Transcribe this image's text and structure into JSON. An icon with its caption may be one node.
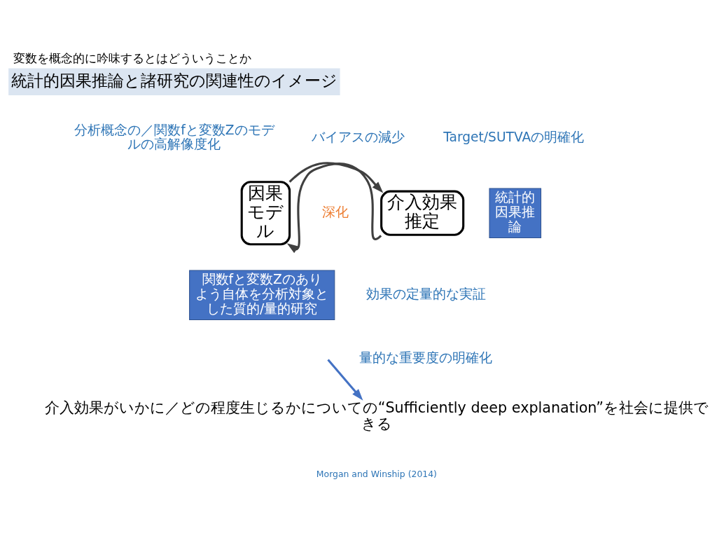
{
  "diagram": {
    "title": "変数を概念的に吟味するとはどういうことか",
    "caption": "Morgan and Winship (2014)",
    "nodes": [
      {
        "text": [
          "統計的因果推論と諸研究の関連性のイメージ"
        ]
      },
      {
        "text": [
          "因果モデル"
        ]
      },
      {
        "text": [
          "介入効果推定"
        ]
      },
      {
        "text": [
          "統計的因果推論"
        ]
      },
      {
        "text": [
          "関数fと変数Zのありよう自体を分析対象とした質的/量的研究"
        ]
      },
      {
        "text": [
          "介入効果がいかに／どの程度生じるかについての“Sufficiently deep explanation”を社会に提供できる"
        ]
      }
    ],
    "edges": [
      {
        "from": 1,
        "to": 2,
        "arrow": "to"
      },
      {
        "from": 2,
        "to": 1,
        "arrow": "to"
      },
      {
        "from": null,
        "to": 5,
        "arrow": "to",
        "color": "#4472c4"
      }
    ],
    "labels": [
      "分析概念の／関数fと変数Zのモデルの高解像度化",
      "バイアスの減少",
      "Target/SUTVAの明確化",
      "深化",
      "効果の定量的な実証",
      "量的な重要度の明確化"
    ]
  }
}
